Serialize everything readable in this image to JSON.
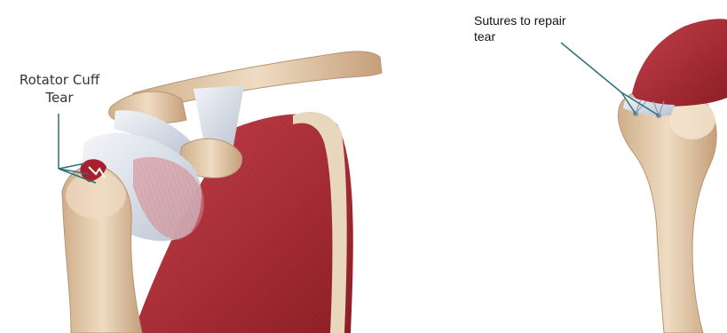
{
  "labels": {
    "left_line1": "Rotator Cuff",
    "left_line2": "Tear",
    "right_line1": "Sutures to repair",
    "right_line2": "tear"
  },
  "colors": {
    "bone": "#e3c9a6",
    "bone_shade": "#c9a682",
    "muscle": "#b8323a",
    "muscle_dark": "#8e1f28",
    "tendon": "#e4e8ef",
    "leader_line": "#2f6f7a"
  }
}
